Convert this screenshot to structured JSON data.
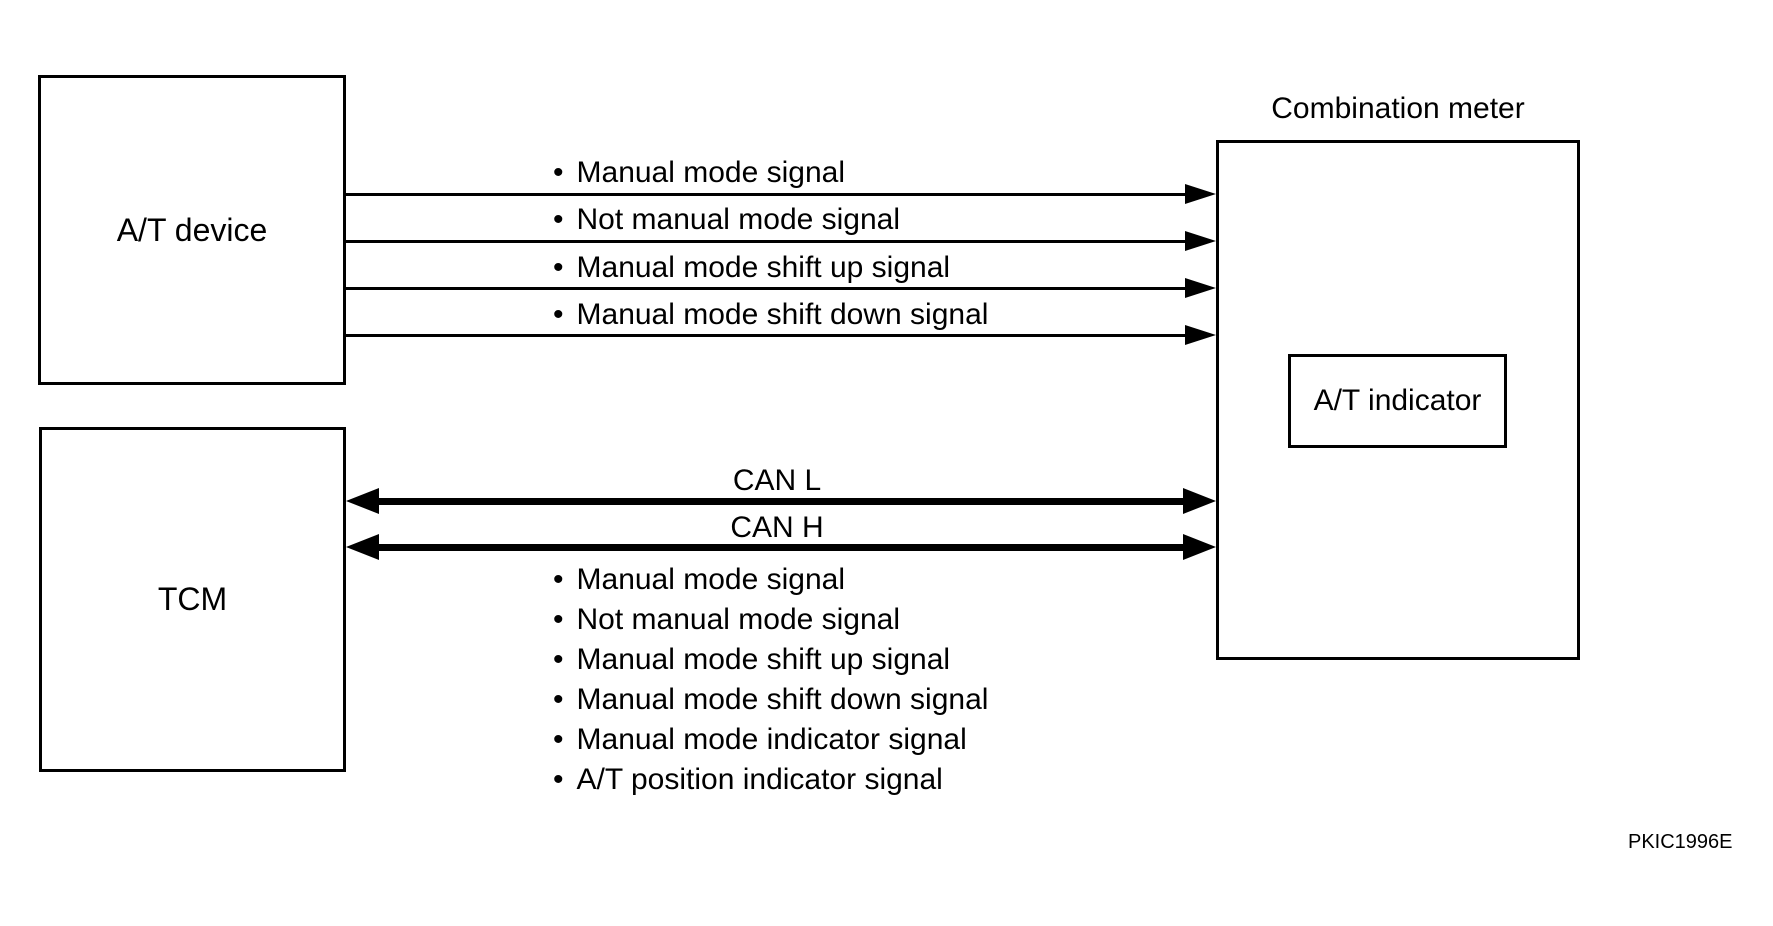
{
  "bullet": "•",
  "colors": {
    "ink": "#000000",
    "background": "#ffffff"
  },
  "boxes": {
    "at_device": {
      "label": "A/T device"
    },
    "tcm": {
      "label": "TCM"
    },
    "combination_meter": {
      "title": "Combination meter"
    },
    "at_indicator": {
      "label": "A/T indicator"
    }
  },
  "at_device_signals": {
    "items": [
      {
        "label": "Manual mode signal"
      },
      {
        "label": "Not manual mode signal"
      },
      {
        "label": "Manual mode shift up signal"
      },
      {
        "label": "Manual mode shift down signal"
      }
    ]
  },
  "can_bus": {
    "lines": [
      {
        "label": "CAN L"
      },
      {
        "label": "CAN H"
      }
    ]
  },
  "tcm_signals": {
    "items": [
      {
        "label": "Manual mode signal"
      },
      {
        "label": "Not manual mode signal"
      },
      {
        "label": "Manual mode shift up signal"
      },
      {
        "label": "Manual mode shift down signal"
      },
      {
        "label": "Manual mode indicator signal"
      },
      {
        "label": "A/T position indicator signal"
      }
    ]
  },
  "figure_code": "PKIC1996E"
}
